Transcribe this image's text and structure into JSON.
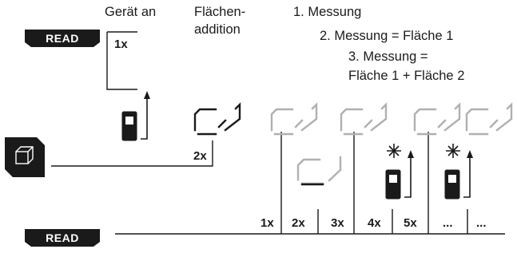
{
  "labels": {
    "geraet_an": "Gerät an",
    "flaechen": "Flächen-",
    "addition": "addition",
    "messung1": "1. Messung",
    "messung2": "2. Messung = Fläche 1",
    "messung3a": "3. Messung =",
    "messung3b": "Fläche 1 + Fläche 2"
  },
  "buttons": {
    "read_top": "READ",
    "read_bottom": "READ"
  },
  "counts": {
    "top": "1x",
    "area": "2x",
    "bottom": [
      "1x",
      "2x",
      "3x",
      "4x",
      "5x",
      "...",
      "..."
    ]
  },
  "icons": [
    "device-icon",
    "area-icon",
    "sparkle-icon",
    "cube-key-icon"
  ],
  "colors": {
    "ink": "#1a1a1a",
    "faded": "#b0b0b0"
  }
}
